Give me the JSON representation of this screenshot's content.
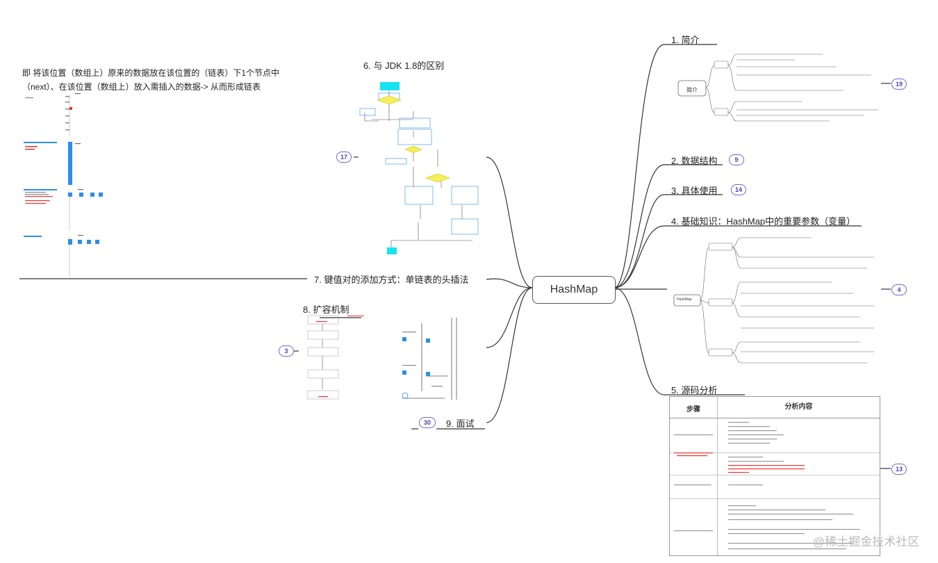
{
  "root": {
    "label": "HashMap"
  },
  "branches": {
    "b1": {
      "label": "1. 简介",
      "count": "19"
    },
    "b2": {
      "label": "2. 数据结构",
      "count": "9"
    },
    "b3": {
      "label": "3. 具体使用",
      "count": "14"
    },
    "b4": {
      "label": "4. 基础知识：HashMap中的重要参数（变量）",
      "count": "4"
    },
    "b5": {
      "label": "5. 源码分析",
      "count": "13"
    },
    "b6": {
      "label": "6. 与 JDK 1.8的区别",
      "count": "17"
    },
    "b7": {
      "label": "7. 键值对的添加方式：单链表的头插法"
    },
    "b8": {
      "label": "8. 扩容机制",
      "count": "3"
    },
    "b9": {
      "label": "9. 面试",
      "count": "30"
    }
  },
  "note": {
    "line1": "即 将该位置（数组上）原来的数据放在该位置的（链表）下1个节点中",
    "line2": "（next）、在该位置（数组上）放入需插入的数据-> 从而形成链表"
  },
  "intro_node": {
    "label": "简介"
  },
  "params_node": {
    "label": "HashMap"
  },
  "source_table": {
    "col1": "步骤",
    "col2": "分析内容"
  },
  "watermark": "@稀土掘金技术社区",
  "colors": {
    "badge": "#6e65d8",
    "edge": "#333333",
    "cyan": "#18e3f0",
    "blue": "#2d8ee6"
  }
}
